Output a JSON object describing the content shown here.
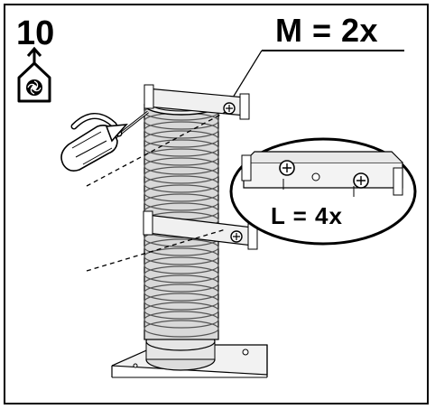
{
  "step": {
    "number": "10"
  },
  "quantity_main": {
    "text": "M = 2x"
  },
  "quantity_detail": {
    "text": "L = 4x"
  },
  "icons": {
    "house_fan": "house-fan-icon",
    "screwdriver": "screwdriver-icon",
    "rotation_arrow": "rotation-arrow-icon"
  },
  "colors": {
    "line": "#000000",
    "duct_fill": "#d9d9d9",
    "background": "#ffffff"
  }
}
